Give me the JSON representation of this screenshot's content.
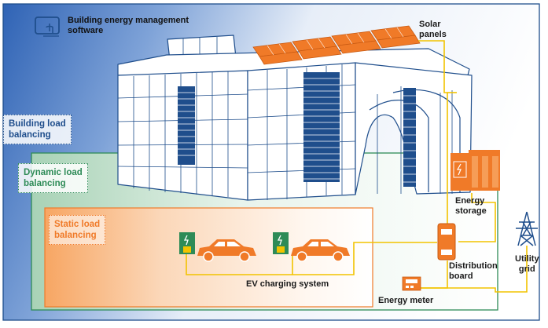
{
  "labels": {
    "software": [
      "Building energy management",
      "software"
    ],
    "solar": [
      "Solar",
      "panels"
    ],
    "building_load": [
      "Building load",
      "balancing"
    ],
    "dynamic_load": [
      "Dynamic load",
      "balancing"
    ],
    "static_load": [
      "Static load",
      "balancing"
    ],
    "energy_storage": [
      "Energy",
      "storage"
    ],
    "distribution": [
      "Distribution",
      "board"
    ],
    "utility": [
      "Utility",
      "grid"
    ],
    "ev_charging": "EV charging system",
    "energy_meter": "Energy meter"
  },
  "colors": {
    "blue": "#1f4e8c",
    "green": "#2e8b57",
    "orange": "#f07a28",
    "yellow": "#f2c300"
  },
  "icons": [
    "touchscreen-icon",
    "charger-icon",
    "car-icon",
    "battery-icon",
    "distribution-board-icon",
    "energy-meter-icon",
    "pylon-icon",
    "solar-panel-icon"
  ]
}
